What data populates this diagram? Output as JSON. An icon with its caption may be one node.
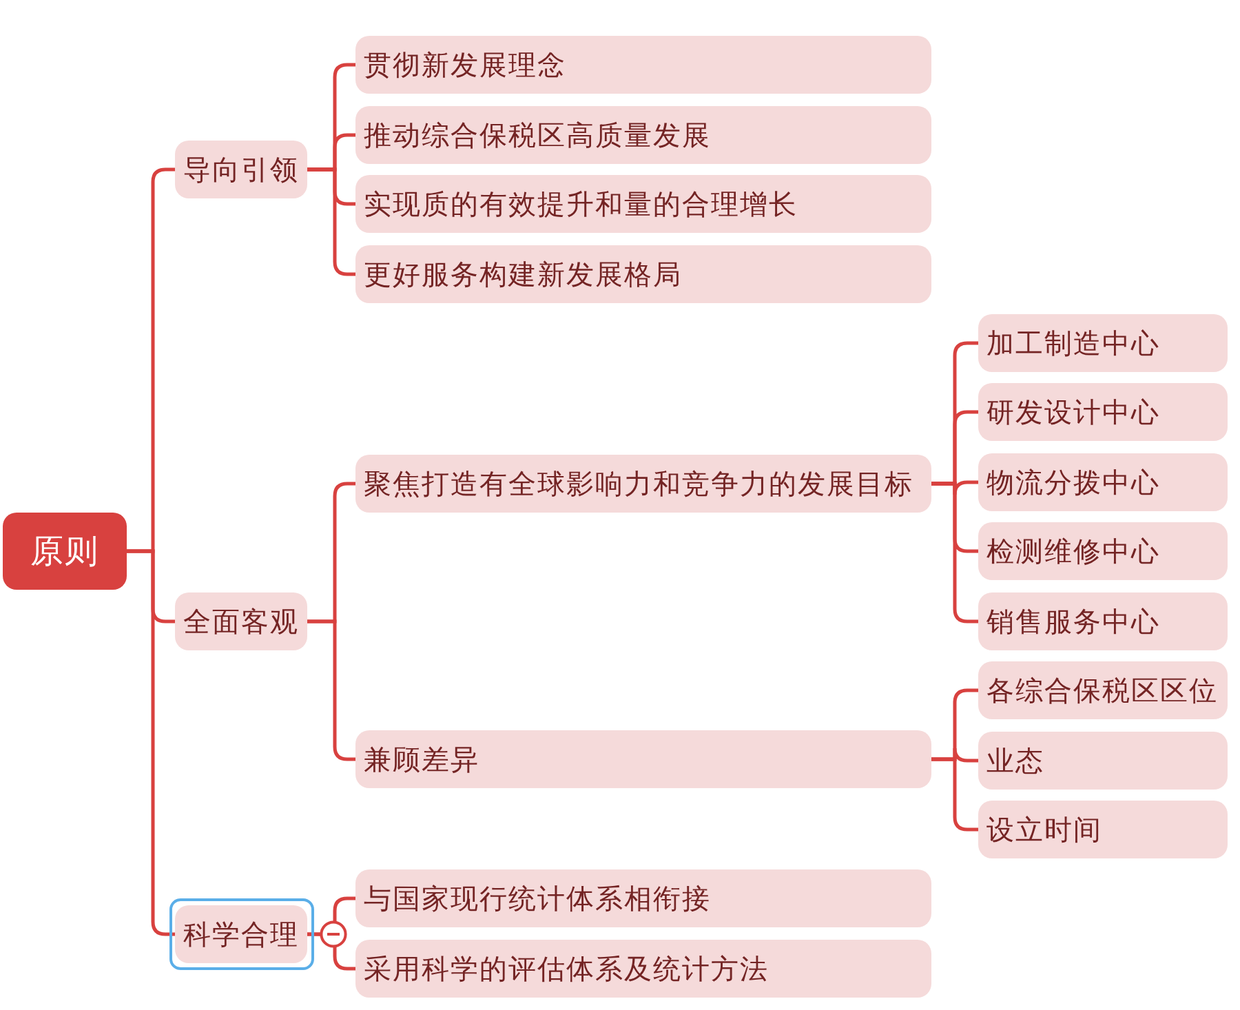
{
  "diagram": {
    "nodes": [
      {
        "text": [
          "原则"
        ]
      },
      {
        "text": [
          "导向引领"
        ]
      },
      {
        "text": [
          "贯彻新发展理念"
        ]
      },
      {
        "text": [
          "推动综合保税区高质量发展"
        ]
      },
      {
        "text": [
          "实现质的有效提升和量的合理增长"
        ]
      },
      {
        "text": [
          "更好服务构建新发展格局"
        ]
      },
      {
        "text": [
          "全面客观"
        ]
      },
      {
        "text": [
          "聚焦打造有全球影响力和竞争力的发展目标"
        ]
      },
      {
        "text": [
          "加工制造中心"
        ]
      },
      {
        "text": [
          "研发设计中心"
        ]
      },
      {
        "text": [
          "物流分拨中心"
        ]
      },
      {
        "text": [
          "检测维修中心"
        ]
      },
      {
        "text": [
          "销售服务中心"
        ]
      },
      {
        "text": [
          "兼顾差异"
        ]
      },
      {
        "text": [
          "各综合保税区区位"
        ]
      },
      {
        "text": [
          "业态"
        ]
      },
      {
        "text": [
          "设立时间"
        ]
      },
      {
        "text": [
          "科学合理"
        ]
      },
      {
        "text": [
          "与国家现行统计体系相衔接"
        ]
      },
      {
        "text": [
          "采用科学的评估体系及统计方法"
        ]
      }
    ],
    "edges": [
      {
        "from": 0,
        "to": 1,
        "arrow": "none"
      },
      {
        "from": 1,
        "to": 2,
        "arrow": "none"
      },
      {
        "from": 1,
        "to": 3,
        "arrow": "none"
      },
      {
        "from": 1,
        "to": 4,
        "arrow": "none"
      },
      {
        "from": 1,
        "to": 5,
        "arrow": "none"
      },
      {
        "from": 0,
        "to": 6,
        "arrow": "none"
      },
      {
        "from": 6,
        "to": 7,
        "arrow": "none"
      },
      {
        "from": 7,
        "to": 8,
        "arrow": "none"
      },
      {
        "from": 7,
        "to": 9,
        "arrow": "none"
      },
      {
        "from": 7,
        "to": 10,
        "arrow": "none"
      },
      {
        "from": 7,
        "to": 11,
        "arrow": "none"
      },
      {
        "from": 7,
        "to": 12,
        "arrow": "none"
      },
      {
        "from": 6,
        "to": 13,
        "arrow": "none"
      },
      {
        "from": 13,
        "to": 14,
        "arrow": "none"
      },
      {
        "from": 13,
        "to": 15,
        "arrow": "none"
      },
      {
        "from": 13,
        "to": 16,
        "arrow": "none"
      },
      {
        "from": 0,
        "to": 17,
        "arrow": "none"
      },
      {
        "from": 17,
        "to": 18,
        "arrow": "none"
      },
      {
        "from": 17,
        "to": 19,
        "arrow": "none"
      }
    ]
  }
}
